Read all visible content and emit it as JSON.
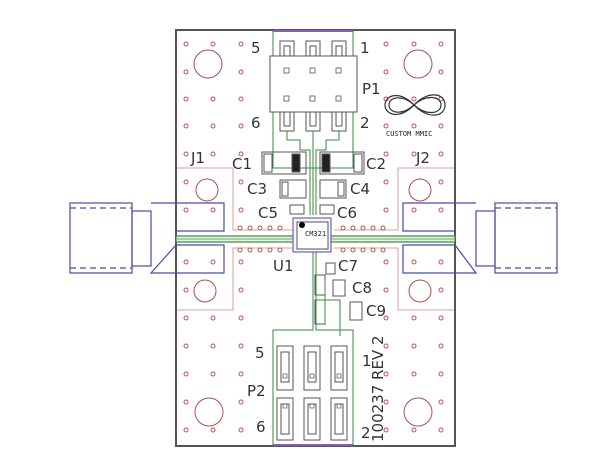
{
  "board": {
    "title_logo": "CUSTOM MMIC",
    "revision_text": "100237 REV 2",
    "chip_label": "CM321",
    "colors": {
      "outline": "#555555",
      "via": "#c0504d",
      "trace": "#3a8a3a",
      "connector": "#4b4ba6",
      "silk": "#c89090"
    }
  },
  "labels": {
    "p1": "P1",
    "p1_pin5": "5",
    "p1_pin1": "1",
    "p1_pin6": "6",
    "p1_pin2": "2",
    "p2": "P2",
    "p2_pin5": "5",
    "p2_pin1": "1",
    "p2_pin6": "6",
    "p2_pin2": "2",
    "j1": "J1",
    "j2": "J2",
    "u1": "U1",
    "c1": "C1",
    "c2": "C2",
    "c3": "C3",
    "c4": "C4",
    "c5": "C5",
    "c6": "C6",
    "c7": "C7",
    "c8": "C8",
    "c9": "C9"
  }
}
